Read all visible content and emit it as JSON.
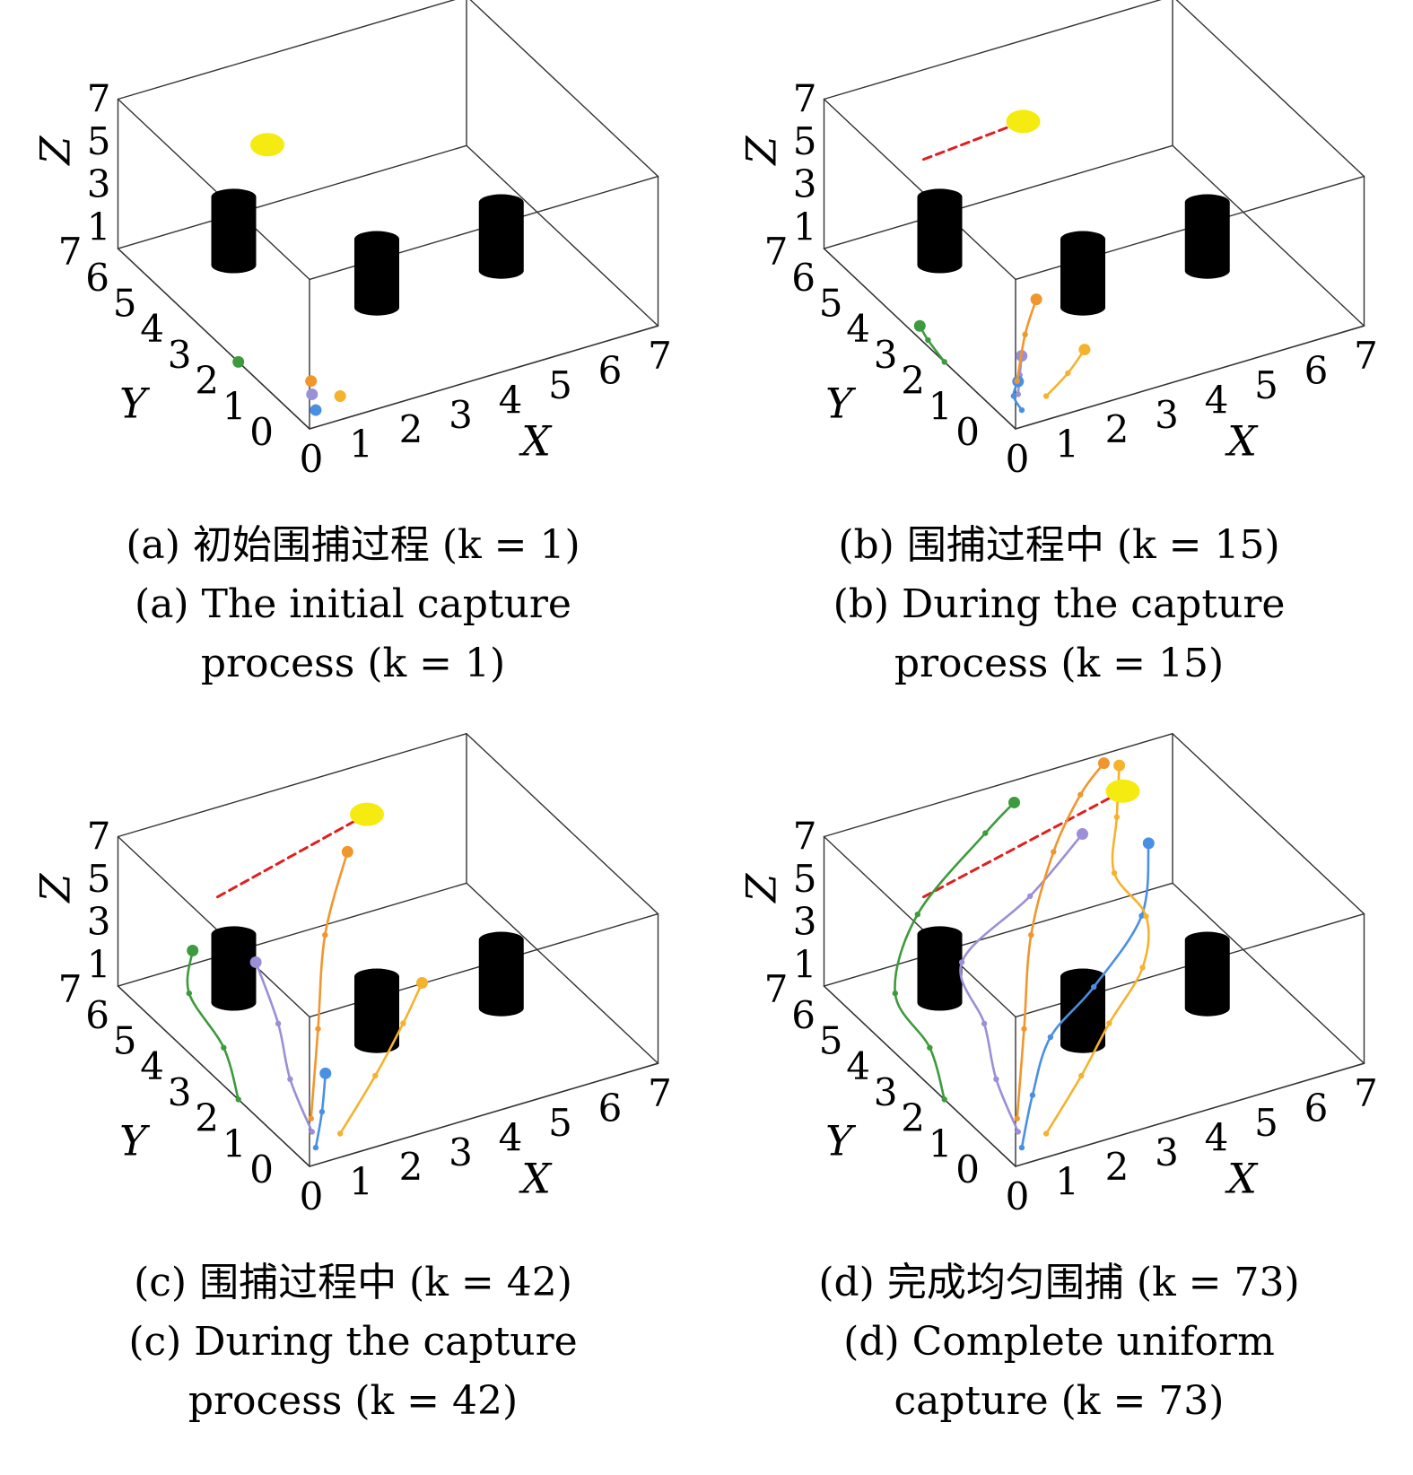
{
  "colors": {
    "box": "#333333",
    "obstacle": "#000000",
    "target": "#f5eb10",
    "target_path": "#e01f1f",
    "green": "#3c9b3c",
    "purple": "#9b8fd6",
    "blue": "#4a90e2",
    "orange": "#f0962d",
    "yellow": "#f5b22d"
  },
  "panels": [
    {
      "caption_zh": "(a) 初始围捕过程 (k = 1)",
      "caption_en_1": "(a) The initial capture",
      "caption_en_2": "process (k = 1)"
    },
    {
      "caption_zh": "(b) 围捕过程中 (k = 15)",
      "caption_en_1": "(b) During the capture",
      "caption_en_2": "process (k = 15)"
    },
    {
      "caption_zh": "(c) 围捕过程中 (k = 42)",
      "caption_en_1": "(c) During the capture",
      "caption_en_2": "process (k = 42)"
    },
    {
      "caption_zh": "(d) 完成均匀围捕 (k = 73)",
      "caption_en_1": "(d) Complete uniform",
      "caption_en_2": "capture (k = 73)"
    }
  ],
  "chart_data": [
    {
      "type": "line3d",
      "k": 1,
      "xlabel": "X",
      "ylabel": "Y",
      "zlabel": "Z",
      "xlim": [
        0,
        7
      ],
      "ylim": [
        0,
        7
      ],
      "zlim": [
        0,
        7
      ],
      "x_ticks": [
        "0",
        "1",
        "2",
        "3",
        "4",
        "5",
        "6",
        "7"
      ],
      "y_ticks": [
        "0",
        "1",
        "2",
        "3",
        "4",
        "5",
        "6",
        "7"
      ],
      "z_ticks": [
        "1",
        "3",
        "5",
        "7"
      ],
      "obstacles": [
        {
          "x": 1.5,
          "y": 5.5
        },
        {
          "x": 3.0,
          "y": 3.0
        },
        {
          "x": 5.5,
          "y": 3.0
        }
      ],
      "target": {
        "x": 3.0,
        "y": 7.0,
        "z": 2.8
      },
      "target_path": [],
      "series": [
        {
          "color": "green",
          "points": [
            [
              0.0,
              2.6,
              0
            ]
          ]
        },
        {
          "color": "purple",
          "points": [
            [
              0.6,
              1.0,
              0
            ]
          ]
        },
        {
          "color": "blue",
          "points": [
            [
              0.4,
              0.5,
              0
            ]
          ]
        },
        {
          "color": "orange",
          "points": [
            [
              0.8,
              1.4,
              0
            ]
          ]
        },
        {
          "color": "yellow",
          "points": [
            [
              1.0,
              0.7,
              0
            ]
          ]
        }
      ]
    },
    {
      "type": "line3d",
      "k": 15,
      "xlabel": "X",
      "ylabel": "Y",
      "zlabel": "Z",
      "xlim": [
        0,
        7
      ],
      "ylim": [
        0,
        7
      ],
      "zlim": [
        0,
        7
      ],
      "x_ticks": [
        "0",
        "1",
        "2",
        "3",
        "4",
        "5",
        "6",
        "7"
      ],
      "y_ticks": [
        "0",
        "1",
        "2",
        "3",
        "4",
        "5",
        "6",
        "7"
      ],
      "z_ticks": [
        "1",
        "3",
        "5",
        "7"
      ],
      "obstacles": [
        {
          "x": 1.5,
          "y": 5.5
        },
        {
          "x": 3.0,
          "y": 3.0
        },
        {
          "x": 5.5,
          "y": 3.0
        }
      ],
      "target": {
        "x": 4.0,
        "y": 7.0,
        "z": 3.2
      },
      "target_path": [
        [
          2.0,
          7.0,
          2.8
        ],
        [
          4.0,
          7.0,
          3.2
        ]
      ],
      "series": [
        {
          "color": "green",
          "points": [
            [
              0.0,
              2.6,
              0
            ],
            [
              0.0,
              3.2,
              0.3
            ],
            [
              0.0,
              3.5,
              0.6
            ]
          ]
        },
        {
          "color": "purple",
          "points": [
            [
              0.6,
              1.0,
              0
            ],
            [
              0.8,
              1.3,
              0.4
            ],
            [
              1.0,
              1.6,
              0.8
            ]
          ]
        },
        {
          "color": "blue",
          "points": [
            [
              0.4,
              0.5,
              0
            ],
            [
              0.4,
              0.8,
              0.3
            ],
            [
              0.6,
              1.0,
              0.6
            ]
          ]
        },
        {
          "color": "orange",
          "points": [
            [
              0.8,
              1.4,
              0
            ],
            [
              1.4,
              2.2,
              0.8
            ],
            [
              1.9,
              2.7,
              1.5
            ]
          ]
        },
        {
          "color": "yellow",
          "points": [
            [
              1.0,
              0.7,
              0
            ],
            [
              1.6,
              1.0,
              0.3
            ],
            [
              2.1,
              1.3,
              0.7
            ]
          ]
        }
      ]
    },
    {
      "type": "line3d",
      "k": 42,
      "xlabel": "X",
      "ylabel": "Y",
      "zlabel": "Z",
      "xlim": [
        0,
        7
      ],
      "ylim": [
        0,
        7
      ],
      "zlim": [
        0,
        7
      ],
      "x_ticks": [
        "0",
        "1",
        "2",
        "3",
        "4",
        "5",
        "6",
        "7"
      ],
      "y_ticks": [
        "0",
        "1",
        "2",
        "3",
        "4",
        "5",
        "6",
        "7"
      ],
      "z_ticks": [
        "1",
        "3",
        "5",
        "7"
      ],
      "obstacles": [
        {
          "x": 1.5,
          "y": 5.5
        },
        {
          "x": 3.0,
          "y": 3.0
        },
        {
          "x": 5.5,
          "y": 3.0
        }
      ],
      "target": {
        "x": 5.0,
        "y": 7.0,
        "z": 4.6
      },
      "target_path": [
        [
          2.0,
          7.0,
          2.8
        ],
        [
          5.0,
          7.0,
          4.6
        ]
      ],
      "series": [
        {
          "color": "green",
          "points": [
            [
              0.0,
              2.6,
              0
            ],
            [
              0.2,
              3.5,
              1.2
            ],
            [
              0.0,
              4.4,
              2.8
            ],
            [
              0.4,
              5.0,
              3.8
            ]
          ]
        },
        {
          "color": "purple",
          "points": [
            [
              0.6,
              1.0,
              0
            ],
            [
              0.6,
              1.8,
              1.5
            ],
            [
              0.8,
              2.6,
              3.0
            ],
            [
              0.9,
              3.6,
              4.6
            ]
          ]
        },
        {
          "color": "blue",
          "points": [
            [
              0.4,
              0.5,
              0
            ],
            [
              0.8,
              1.0,
              0.8
            ],
            [
              1.2,
              1.6,
              1.6
            ]
          ]
        },
        {
          "color": "orange",
          "points": [
            [
              0.8,
              1.4,
              0
            ],
            [
              1.6,
              2.6,
              2.2
            ],
            [
              2.4,
              3.8,
              4.6
            ],
            [
              3.4,
              4.8,
              6.6
            ]
          ]
        },
        {
          "color": "yellow",
          "points": [
            [
              1.0,
              0.7,
              0
            ],
            [
              2.2,
              1.6,
              0.8
            ],
            [
              3.2,
              2.4,
              1.6
            ],
            [
              3.8,
              2.8,
              2.6
            ]
          ]
        }
      ]
    },
    {
      "type": "line3d",
      "k": 73,
      "xlabel": "X",
      "ylabel": "Y",
      "zlabel": "Z",
      "xlim": [
        0,
        7
      ],
      "ylim": [
        0,
        7
      ],
      "zlim": [
        0,
        7
      ],
      "x_ticks": [
        "0",
        "1",
        "2",
        "3",
        "4",
        "5",
        "6",
        "7"
      ],
      "y_ticks": [
        "0",
        "1",
        "2",
        "3",
        "4",
        "5",
        "6",
        "7"
      ],
      "z_ticks": [
        "1",
        "3",
        "5",
        "7"
      ],
      "obstacles": [
        {
          "x": 1.5,
          "y": 5.5
        },
        {
          "x": 3.0,
          "y": 3.0
        },
        {
          "x": 5.5,
          "y": 3.0
        }
      ],
      "target": {
        "x": 6.0,
        "y": 7.0,
        "z": 5.0
      },
      "target_path": [
        [
          2.0,
          7.0,
          2.8
        ],
        [
          6.0,
          7.0,
          5.0
        ]
      ],
      "series": [
        {
          "color": "green",
          "points": [
            [
              0.0,
              2.6,
              0
            ],
            [
              0.2,
              3.5,
              1.2
            ],
            [
              0.0,
              4.4,
              2.8
            ],
            [
              1.0,
              5.4,
              4.6
            ],
            [
              2.8,
              6.2,
              6.2
            ],
            [
              3.6,
              6.6,
              6.6
            ]
          ]
        },
        {
          "color": "purple",
          "points": [
            [
              0.6,
              1.0,
              0
            ],
            [
              0.6,
              1.8,
              1.5
            ],
            [
              0.8,
              2.6,
              3.0
            ],
            [
              0.9,
              3.6,
              4.6
            ],
            [
              2.6,
              4.2,
              5.8
            ],
            [
              4.2,
              5.2,
              6.4
            ]
          ]
        },
        {
          "color": "blue",
          "points": [
            [
              0.4,
              0.5,
              0
            ],
            [
              1.0,
              1.2,
              1.2
            ],
            [
              1.8,
              2.0,
              2.4
            ],
            [
              3.0,
              2.6,
              3.2
            ],
            [
              4.4,
              3.4,
              4.6
            ],
            [
              5.2,
              4.6,
              6.0
            ]
          ]
        },
        {
          "color": "orange",
          "points": [
            [
              0.8,
              1.4,
              0
            ],
            [
              1.6,
              2.6,
              2.2
            ],
            [
              2.4,
              3.8,
              4.6
            ],
            [
              3.4,
              4.8,
              6.6
            ],
            [
              4.6,
              6.0,
              7.0
            ],
            [
              5.4,
              6.6,
              7.2
            ]
          ]
        },
        {
          "color": "yellow",
          "points": [
            [
              1.0,
              0.7,
              0
            ],
            [
              2.2,
              1.6,
              0.8
            ],
            [
              3.2,
              2.4,
              1.6
            ],
            [
              4.2,
              3.0,
              2.8
            ],
            [
              4.6,
              3.6,
              4.2
            ],
            [
              4.4,
              4.4,
              5.4
            ],
            [
              5.0,
              5.4,
              6.4
            ],
            [
              5.6,
              6.4,
              7.2
            ]
          ]
        }
      ]
    }
  ]
}
